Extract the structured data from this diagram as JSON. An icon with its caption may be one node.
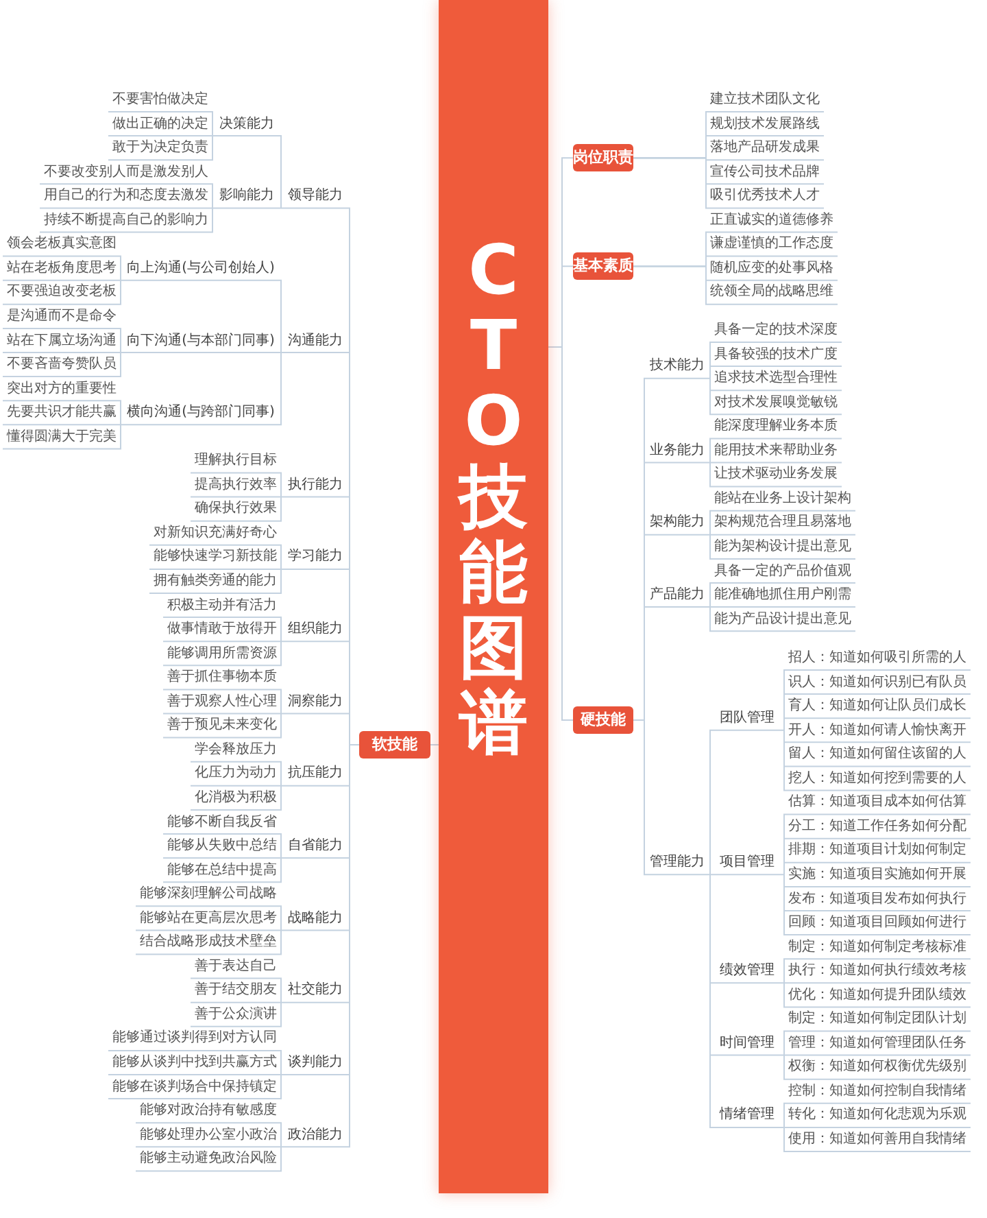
{
  "diagram": {
    "nodes": [
      {
        "text": [
          "CTO 技能图谱"
        ]
      },
      {
        "text": [
          "软技能"
        ]
      },
      {
        "text": [
          "领导能力"
        ]
      },
      {
        "text": [
          "决策能力"
        ]
      },
      {
        "text": [
          "不要害怕做决定"
        ]
      },
      {
        "text": [
          "做出正确的决定"
        ]
      },
      {
        "text": [
          "敢于为决定负责"
        ]
      },
      {
        "text": [
          "影响能力"
        ]
      },
      {
        "text": [
          "不要改变别人而是激发别人"
        ]
      },
      {
        "text": [
          "用自己的行为和态度去激发"
        ]
      },
      {
        "text": [
          "持续不断提高自己的影响力"
        ]
      },
      {
        "text": [
          "沟通能力"
        ]
      },
      {
        "text": [
          "向上沟通(与公司创始人)"
        ]
      },
      {
        "text": [
          "领会老板真实意图"
        ]
      },
      {
        "text": [
          "站在老板角度思考"
        ]
      },
      {
        "text": [
          "不要强迫改变老板"
        ]
      },
      {
        "text": [
          "向下沟通(与本部门同事)"
        ]
      },
      {
        "text": [
          "是沟通而不是命令"
        ]
      },
      {
        "text": [
          "站在下属立场沟通"
        ]
      },
      {
        "text": [
          "不要吝啬夸赞队员"
        ]
      },
      {
        "text": [
          "横向沟通(与跨部门同事)"
        ]
      },
      {
        "text": [
          "突出对方的重要性"
        ]
      },
      {
        "text": [
          "先要共识才能共赢"
        ]
      },
      {
        "text": [
          "懂得圆满大于完美"
        ]
      },
      {
        "text": [
          "执行能力"
        ]
      },
      {
        "text": [
          "理解执行目标"
        ]
      },
      {
        "text": [
          "提高执行效率"
        ]
      },
      {
        "text": [
          "确保执行效果"
        ]
      },
      {
        "text": [
          "学习能力"
        ]
      },
      {
        "text": [
          "对新知识充满好奇心"
        ]
      },
      {
        "text": [
          "能够快速学习新技能"
        ]
      },
      {
        "text": [
          "拥有触类旁通的能力"
        ]
      },
      {
        "text": [
          "组织能力"
        ]
      },
      {
        "text": [
          "积极主动并有活力"
        ]
      },
      {
        "text": [
          "做事情敢于放得开"
        ]
      },
      {
        "text": [
          "能够调用所需资源"
        ]
      },
      {
        "text": [
          "洞察能力"
        ]
      },
      {
        "text": [
          "善于抓住事物本质"
        ]
      },
      {
        "text": [
          "善于观察人性心理"
        ]
      },
      {
        "text": [
          "善于预见未来变化"
        ]
      },
      {
        "text": [
          "抗压能力"
        ]
      },
      {
        "text": [
          "学会释放压力"
        ]
      },
      {
        "text": [
          "化压力为动力"
        ]
      },
      {
        "text": [
          "化消极为积极"
        ]
      },
      {
        "text": [
          "自省能力"
        ]
      },
      {
        "text": [
          "能够不断自我反省"
        ]
      },
      {
        "text": [
          "能够从失败中总结"
        ]
      },
      {
        "text": [
          "能够在总结中提高"
        ]
      },
      {
        "text": [
          "战略能力"
        ]
      },
      {
        "text": [
          "能够深刻理解公司战略"
        ]
      },
      {
        "text": [
          "能够站在更高层次思考"
        ]
      },
      {
        "text": [
          "结合战略形成技术壁垒"
        ]
      },
      {
        "text": [
          "社交能力"
        ]
      },
      {
        "text": [
          "善于表达自己"
        ]
      },
      {
        "text": [
          "善于结交朋友"
        ]
      },
      {
        "text": [
          "善于公众演讲"
        ]
      },
      {
        "text": [
          "谈判能力"
        ]
      },
      {
        "text": [
          "能够通过谈判得到对方认同"
        ]
      },
      {
        "text": [
          "能够从谈判中找到共赢方式"
        ]
      },
      {
        "text": [
          "能够在谈判场合中保持镇定"
        ]
      },
      {
        "text": [
          "政治能力"
        ]
      },
      {
        "text": [
          "能够对政治持有敏感度"
        ]
      },
      {
        "text": [
          "能够处理办公室小政治"
        ]
      },
      {
        "text": [
          "能够主动避免政治风险"
        ]
      },
      {
        "text": [
          "岗位职责"
        ]
      },
      {
        "text": [
          "建立技术团队文化"
        ]
      },
      {
        "text": [
          "规划技术发展路线"
        ]
      },
      {
        "text": [
          "落地产品研发成果"
        ]
      },
      {
        "text": [
          "宣传公司技术品牌"
        ]
      },
      {
        "text": [
          "吸引优秀技术人才"
        ]
      },
      {
        "text": [
          "基本素质"
        ]
      },
      {
        "text": [
          "正直诚实的道德修养"
        ]
      },
      {
        "text": [
          "谦虚谨慎的工作态度"
        ]
      },
      {
        "text": [
          "随机应变的处事风格"
        ]
      },
      {
        "text": [
          "统领全局的战略思维"
        ]
      },
      {
        "text": [
          "硬技能"
        ]
      },
      {
        "text": [
          "技术能力"
        ]
      },
      {
        "text": [
          "具备一定的技术深度"
        ]
      },
      {
        "text": [
          "具备较强的技术广度"
        ]
      },
      {
        "text": [
          "追求技术选型合理性"
        ]
      },
      {
        "text": [
          "对技术发展嗅觉敏锐"
        ]
      },
      {
        "text": [
          "业务能力"
        ]
      },
      {
        "text": [
          "能深度理解业务本质"
        ]
      },
      {
        "text": [
          "能用技术来帮助业务"
        ]
      },
      {
        "text": [
          "让技术驱动业务发展"
        ]
      },
      {
        "text": [
          "架构能力"
        ]
      },
      {
        "text": [
          "能站在业务上设计架构"
        ]
      },
      {
        "text": [
          "架构规范合理且易落地"
        ]
      },
      {
        "text": [
          "能为架构设计提出意见"
        ]
      },
      {
        "text": [
          "产品能力"
        ]
      },
      {
        "text": [
          "具备一定的产品价值观"
        ]
      },
      {
        "text": [
          "能准确地抓住用户刚需"
        ]
      },
      {
        "text": [
          "能为产品设计提出意见"
        ]
      },
      {
        "text": [
          "管理能力"
        ]
      },
      {
        "text": [
          "团队管理"
        ]
      },
      {
        "text": [
          "招人：知道如何吸引所需的人"
        ]
      },
      {
        "text": [
          "识人：知道如何识别已有队员"
        ]
      },
      {
        "text": [
          "育人：知道如何让队员们成长"
        ]
      },
      {
        "text": [
          "开人：知道如何请人愉快离开"
        ]
      },
      {
        "text": [
          "留人：知道如何留住该留的人"
        ]
      },
      {
        "text": [
          "挖人：知道如何挖到需要的人"
        ]
      },
      {
        "text": [
          "项目管理"
        ]
      },
      {
        "text": [
          "估算：知道项目成本如何估算"
        ]
      },
      {
        "text": [
          "分工：知道工作任务如何分配"
        ]
      },
      {
        "text": [
          "排期：知道项目计划如何制定"
        ]
      },
      {
        "text": [
          "实施：知道项目实施如何开展"
        ]
      },
      {
        "text": [
          "发布：知道项目发布如何执行"
        ]
      },
      {
        "text": [
          "回顾：知道项目回顾如何进行"
        ]
      },
      {
        "text": [
          "绩效管理"
        ]
      },
      {
        "text": [
          "制定：知道如何制定考核标准"
        ]
      },
      {
        "text": [
          "执行：知道如何执行绩效考核"
        ]
      },
      {
        "text": [
          "优化：知道如何提升团队绩效"
        ]
      },
      {
        "text": [
          "时间管理"
        ]
      },
      {
        "text": [
          "制定：知道如何制定团队计划"
        ]
      },
      {
        "text": [
          "管理：知道如何管理团队任务"
        ]
      },
      {
        "text": [
          "权衡：知道如何权衡优先级别"
        ]
      },
      {
        "text": [
          "情绪管理"
        ]
      },
      {
        "text": [
          "控制：知道如何控制自我情绪"
        ]
      },
      {
        "text": [
          "转化：知道如何化悲观为乐观"
        ]
      },
      {
        "text": [
          "使用：知道如何善用自我情绪"
        ]
      }
    ],
    "edges": [
      {
        "from": 0,
        "to": 1,
        "arrow": "none"
      },
      {
        "from": 1,
        "to": 2,
        "arrow": "none"
      },
      {
        "from": 2,
        "to": 3,
        "arrow": "none"
      },
      {
        "from": 3,
        "to": 4,
        "arrow": "none"
      },
      {
        "from": 3,
        "to": 5,
        "arrow": "none"
      },
      {
        "from": 3,
        "to": 6,
        "arrow": "none"
      },
      {
        "from": 2,
        "to": 7,
        "arrow": "none"
      },
      {
        "from": 7,
        "to": 8,
        "arrow": "none"
      },
      {
        "from": 7,
        "to": 9,
        "arrow": "none"
      },
      {
        "from": 7,
        "to": 10,
        "arrow": "none"
      },
      {
        "from": 1,
        "to": 11,
        "arrow": "none"
      },
      {
        "from": 11,
        "to": 12,
        "arrow": "none"
      },
      {
        "from": 12,
        "to": 13,
        "arrow": "none"
      },
      {
        "from": 12,
        "to": 14,
        "arrow": "none"
      },
      {
        "from": 12,
        "to": 15,
        "arrow": "none"
      },
      {
        "from": 11,
        "to": 16,
        "arrow": "none"
      },
      {
        "from": 16,
        "to": 17,
        "arrow": "none"
      },
      {
        "from": 16,
        "to": 18,
        "arrow": "none"
      },
      {
        "from": 16,
        "to": 19,
        "arrow": "none"
      },
      {
        "from": 11,
        "to": 20,
        "arrow": "none"
      },
      {
        "from": 20,
        "to": 21,
        "arrow": "none"
      },
      {
        "from": 20,
        "to": 22,
        "arrow": "none"
      },
      {
        "from": 20,
        "to": 23,
        "arrow": "none"
      },
      {
        "from": 1,
        "to": 24,
        "arrow": "none"
      },
      {
        "from": 24,
        "to": 25,
        "arrow": "none"
      },
      {
        "from": 24,
        "to": 26,
        "arrow": "none"
      },
      {
        "from": 24,
        "to": 27,
        "arrow": "none"
      },
      {
        "from": 1,
        "to": 28,
        "arrow": "none"
      },
      {
        "from": 28,
        "to": 29,
        "arrow": "none"
      },
      {
        "from": 28,
        "to": 30,
        "arrow": "none"
      },
      {
        "from": 28,
        "to": 31,
        "arrow": "none"
      },
      {
        "from": 1,
        "to": 32,
        "arrow": "none"
      },
      {
        "from": 32,
        "to": 33,
        "arrow": "none"
      },
      {
        "from": 32,
        "to": 34,
        "arrow": "none"
      },
      {
        "from": 32,
        "to": 35,
        "arrow": "none"
      },
      {
        "from": 1,
        "to": 36,
        "arrow": "none"
      },
      {
        "from": 36,
        "to": 37,
        "arrow": "none"
      },
      {
        "from": 36,
        "to": 38,
        "arrow": "none"
      },
      {
        "from": 36,
        "to": 39,
        "arrow": "none"
      },
      {
        "from": 1,
        "to": 40,
        "arrow": "none"
      },
      {
        "from": 40,
        "to": 41,
        "arrow": "none"
      },
      {
        "from": 40,
        "to": 42,
        "arrow": "none"
      },
      {
        "from": 40,
        "to": 43,
        "arrow": "none"
      },
      {
        "from": 1,
        "to": 44,
        "arrow": "none"
      },
      {
        "from": 44,
        "to": 45,
        "arrow": "none"
      },
      {
        "from": 44,
        "to": 46,
        "arrow": "none"
      },
      {
        "from": 44,
        "to": 47,
        "arrow": "none"
      },
      {
        "from": 1,
        "to": 48,
        "arrow": "none"
      },
      {
        "from": 48,
        "to": 49,
        "arrow": "none"
      },
      {
        "from": 48,
        "to": 50,
        "arrow": "none"
      },
      {
        "from": 48,
        "to": 51,
        "arrow": "none"
      },
      {
        "from": 1,
        "to": 52,
        "arrow": "none"
      },
      {
        "from": 52,
        "to": 53,
        "arrow": "none"
      },
      {
        "from": 52,
        "to": 54,
        "arrow": "none"
      },
      {
        "from": 52,
        "to": 55,
        "arrow": "none"
      },
      {
        "from": 1,
        "to": 56,
        "arrow": "none"
      },
      {
        "from": 56,
        "to": 57,
        "arrow": "none"
      },
      {
        "from": 56,
        "to": 58,
        "arrow": "none"
      },
      {
        "from": 56,
        "to": 59,
        "arrow": "none"
      },
      {
        "from": 1,
        "to": 60,
        "arrow": "none"
      },
      {
        "from": 60,
        "to": 61,
        "arrow": "none"
      },
      {
        "from": 60,
        "to": 62,
        "arrow": "none"
      },
      {
        "from": 60,
        "to": 63,
        "arrow": "none"
      },
      {
        "from": 0,
        "to": 64,
        "arrow": "none"
      },
      {
        "from": 64,
        "to": 65,
        "arrow": "none"
      },
      {
        "from": 64,
        "to": 66,
        "arrow": "none"
      },
      {
        "from": 64,
        "to": 67,
        "arrow": "none"
      },
      {
        "from": 64,
        "to": 68,
        "arrow": "none"
      },
      {
        "from": 64,
        "to": 69,
        "arrow": "none"
      },
      {
        "from": 0,
        "to": 70,
        "arrow": "none"
      },
      {
        "from": 70,
        "to": 71,
        "arrow": "none"
      },
      {
        "from": 70,
        "to": 72,
        "arrow": "none"
      },
      {
        "from": 70,
        "to": 73,
        "arrow": "none"
      },
      {
        "from": 70,
        "to": 74,
        "arrow": "none"
      },
      {
        "from": 0,
        "to": 75,
        "arrow": "none"
      },
      {
        "from": 75,
        "to": 76,
        "arrow": "none"
      },
      {
        "from": 76,
        "to": 77,
        "arrow": "none"
      },
      {
        "from": 76,
        "to": 78,
        "arrow": "none"
      },
      {
        "from": 76,
        "to": 79,
        "arrow": "none"
      },
      {
        "from": 76,
        "to": 80,
        "arrow": "none"
      },
      {
        "from": 75,
        "to": 81,
        "arrow": "none"
      },
      {
        "from": 81,
        "to": 82,
        "arrow": "none"
      },
      {
        "from": 81,
        "to": 83,
        "arrow": "none"
      },
      {
        "from": 81,
        "to": 84,
        "arrow": "none"
      },
      {
        "from": 75,
        "to": 85,
        "arrow": "none"
      },
      {
        "from": 85,
        "to": 86,
        "arrow": "none"
      },
      {
        "from": 85,
        "to": 87,
        "arrow": "none"
      },
      {
        "from": 85,
        "to": 88,
        "arrow": "none"
      },
      {
        "from": 75,
        "to": 89,
        "arrow": "none"
      },
      {
        "from": 89,
        "to": 90,
        "arrow": "none"
      },
      {
        "from": 89,
        "to": 91,
        "arrow": "none"
      },
      {
        "from": 89,
        "to": 92,
        "arrow": "none"
      },
      {
        "from": 75,
        "to": 93,
        "arrow": "none"
      },
      {
        "from": 93,
        "to": 94,
        "arrow": "none"
      },
      {
        "from": 94,
        "to": 95,
        "arrow": "none"
      },
      {
        "from": 94,
        "to": 96,
        "arrow": "none"
      },
      {
        "from": 94,
        "to": 97,
        "arrow": "none"
      },
      {
        "from": 94,
        "to": 98,
        "arrow": "none"
      },
      {
        "from": 94,
        "to": 99,
        "arrow": "none"
      },
      {
        "from": 94,
        "to": 100,
        "arrow": "none"
      },
      {
        "from": 93,
        "to": 101,
        "arrow": "none"
      },
      {
        "from": 101,
        "to": 102,
        "arrow": "none"
      },
      {
        "from": 101,
        "to": 103,
        "arrow": "none"
      },
      {
        "from": 101,
        "to": 104,
        "arrow": "none"
      },
      {
        "from": 101,
        "to": 105,
        "arrow": "none"
      },
      {
        "from": 101,
        "to": 106,
        "arrow": "none"
      },
      {
        "from": 101,
        "to": 107,
        "arrow": "none"
      },
      {
        "from": 93,
        "to": 108,
        "arrow": "none"
      },
      {
        "from": 108,
        "to": 109,
        "arrow": "none"
      },
      {
        "from": 108,
        "to": 110,
        "arrow": "none"
      },
      {
        "from": 108,
        "to": 111,
        "arrow": "none"
      },
      {
        "from": 93,
        "to": 112,
        "arrow": "none"
      },
      {
        "from": 112,
        "to": 113,
        "arrow": "none"
      },
      {
        "from": 112,
        "to": 114,
        "arrow": "none"
      },
      {
        "from": 112,
        "to": 115,
        "arrow": "none"
      },
      {
        "from": 93,
        "to": 116,
        "arrow": "none"
      },
      {
        "from": 116,
        "to": 117,
        "arrow": "none"
      },
      {
        "from": 116,
        "to": 118,
        "arrow": "none"
      },
      {
        "from": 116,
        "to": 119,
        "arrow": "none"
      }
    ]
  }
}
